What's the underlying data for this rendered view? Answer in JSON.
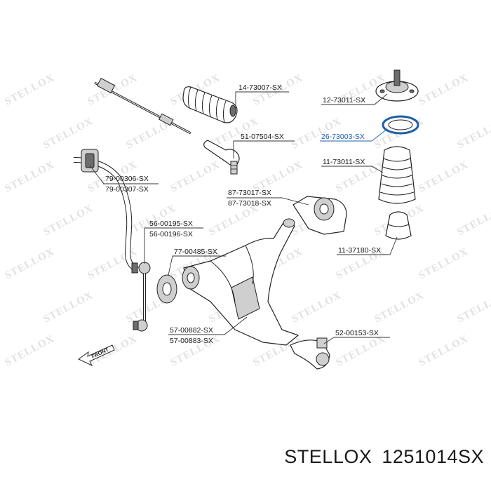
{
  "watermark": {
    "text": "STELLOX"
  },
  "parts": [
    {
      "id": "boot",
      "labels": [
        "14-73007-SX"
      ]
    },
    {
      "id": "top-mount",
      "labels": [
        "12-73011-SX"
      ]
    },
    {
      "id": "bearing",
      "labels": [
        "26-73003-SX"
      ],
      "highlight": true
    },
    {
      "id": "tie-rod-end",
      "labels": [
        "51-07504-SX"
      ]
    },
    {
      "id": "dust-cover",
      "labels": [
        "11-73011-SX"
      ]
    },
    {
      "id": "stab-bushing",
      "labels": [
        "79-00306-SX",
        "79-00307-SX"
      ]
    },
    {
      "id": "arm-rear-bushing",
      "labels": [
        "87-73017-SX",
        "87-73018-SX"
      ]
    },
    {
      "id": "bump-stop",
      "labels": [
        "11-37180-SX"
      ]
    },
    {
      "id": "stab-link",
      "labels": [
        "56-00195-SX",
        "56-00196-SX"
      ]
    },
    {
      "id": "arm-front-bushing",
      "labels": [
        "77-00485-SX"
      ]
    },
    {
      "id": "control-arm",
      "labels": [
        "57-00882-SX",
        "57-00883-SX"
      ]
    },
    {
      "id": "ball-joint",
      "labels": [
        "52-00153-SX"
      ]
    }
  ],
  "front_marker": {
    "text": "FRONT"
  },
  "caption": {
    "brand": "STELLOX",
    "part_number": "1251014SX"
  }
}
